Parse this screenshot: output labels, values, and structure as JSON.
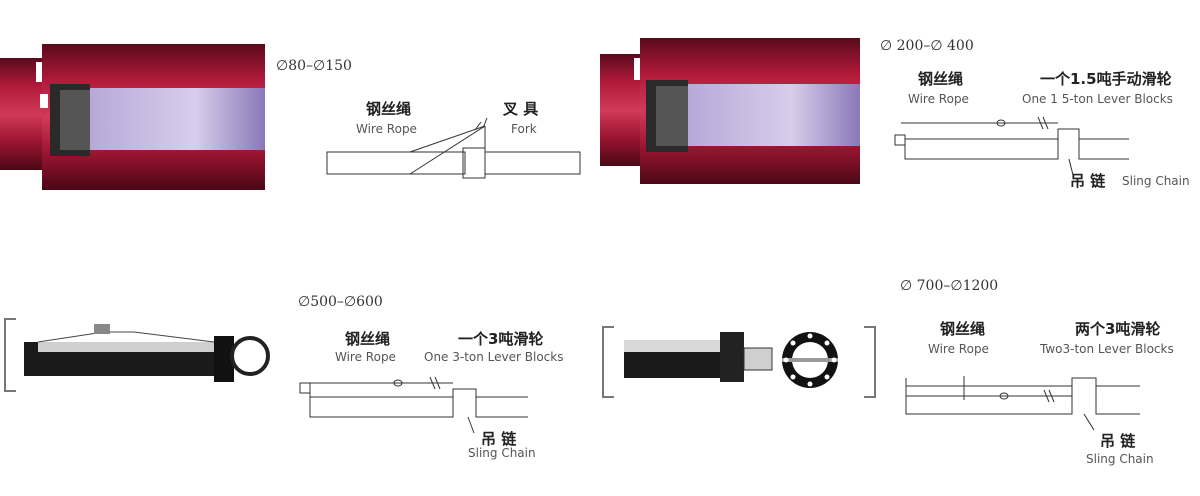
{
  "panels": [
    {
      "size_range": "∅80–∅150",
      "wire_rope_cn": "钢丝绳",
      "wire_rope_en": "Wire Rope",
      "tool_cn": "叉 具",
      "tool_en": "Fork"
    },
    {
      "size_range": "∅ 200–∅ 400",
      "wire_rope_cn": "钢丝绳",
      "wire_rope_en": "Wire Rope",
      "tool_cn": "一个1.5吨手动滑轮",
      "tool_en": "One 1 5-ton Lever Blocks",
      "chain_cn": "吊 链",
      "chain_en": "Sling Chain"
    },
    {
      "size_range": "∅500–∅600",
      "wire_rope_cn": "钢丝绳",
      "wire_rope_en": "Wire Rope",
      "tool_cn": "一个3吨滑轮",
      "tool_en": "One 3-ton Lever Blocks",
      "chain_cn": "吊 链",
      "chain_en": "Sling Chain"
    },
    {
      "size_range": "∅ 700–∅1200",
      "wire_rope_cn": "钢丝绳",
      "wire_rope_en": "Wire Rope",
      "tool_cn": "两个3吨滑轮",
      "tool_en": "Two3-ton Lever Blocks",
      "chain_cn": "吊 链",
      "chain_en": "Sling Chain"
    }
  ]
}
